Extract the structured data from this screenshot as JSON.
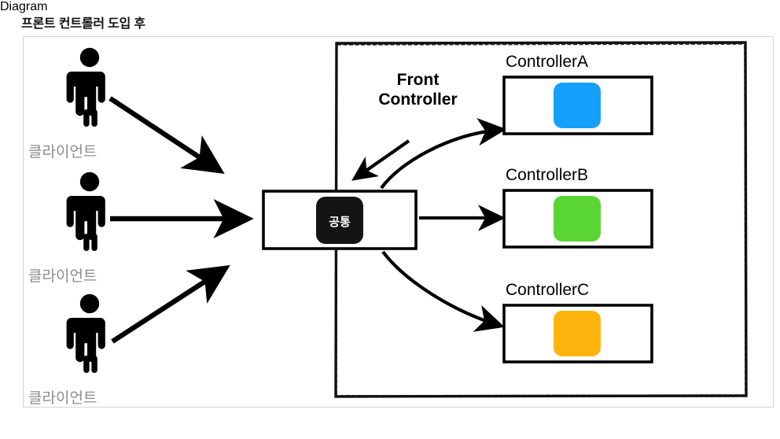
{
  "title": "프론트 컨트롤러 도입 후",
  "diagram": {
    "type": "architecture-flow",
    "clients": [
      {
        "label": "클라이언트",
        "icon": "person-icon"
      },
      {
        "label": "클라이언트",
        "icon": "person-icon"
      },
      {
        "label": "클라이언트",
        "icon": "person-icon"
      }
    ],
    "front_controller": {
      "annotation_label": "Front\nController",
      "chip_label": "공통",
      "chip_color": "#141414",
      "chip_text_color": "#ffffff",
      "box_border_color": "#000000"
    },
    "controllers": [
      {
        "name": "ControllerA",
        "color": "#14a0fb"
      },
      {
        "name": "ControllerB",
        "color": "#5ad634"
      },
      {
        "name": "ControllerC",
        "color": "#ffb40d"
      }
    ],
    "server_boundary": {
      "style": "rough-solid",
      "color": "#111111"
    },
    "arrows": {
      "client_to_front": 3,
      "front_to_controller": 3,
      "annotation_arrow": 1,
      "color": "#000000"
    },
    "colors": {
      "frame_border": "#d4d4d4",
      "client_label": "#8c8c8c",
      "background": "#ffffff"
    }
  }
}
